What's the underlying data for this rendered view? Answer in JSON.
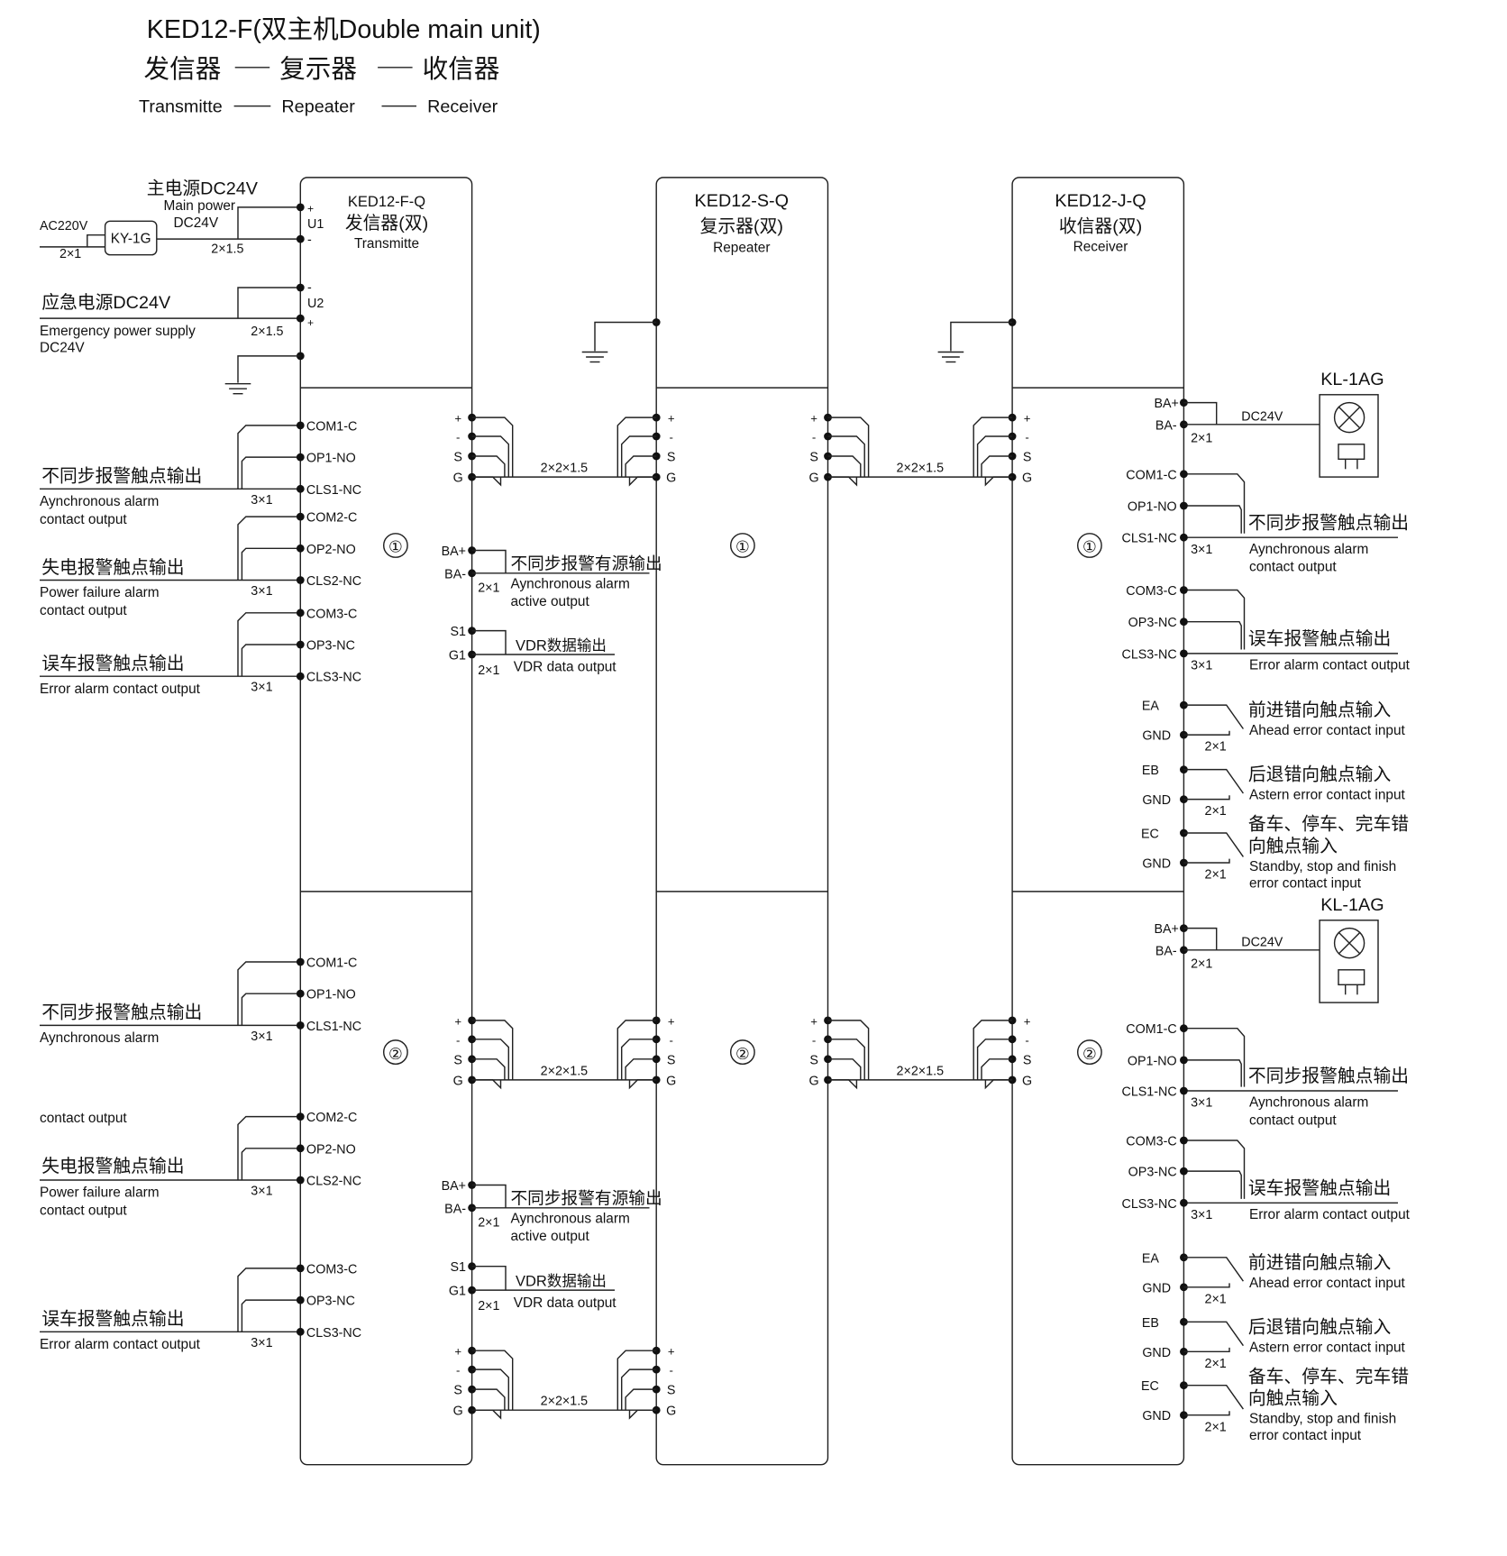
{
  "header": {
    "title": "KED12-F(双主机Double main unit)",
    "chain_zh": [
      "发信器",
      "复示器",
      "收信器"
    ],
    "chain_en": [
      "Transmitte",
      "Repeater",
      "Receiver"
    ]
  },
  "units": {
    "transmitter": {
      "model": "KED12-F-Q",
      "zh": "发信器(双)",
      "en": "Transmitte"
    },
    "repeater": {
      "model": "KED12-S-Q",
      "zh": "复示器(双)",
      "en": "Repeater"
    },
    "receiver": {
      "model": "KED12-J-Q",
      "zh": "收信器(双)",
      "en": "Receiver"
    }
  },
  "power": {
    "main_zh": "主电源DC24V",
    "main_en_1": "Main power",
    "main_en_2": "DC24V",
    "ac": "AC220V",
    "ac_cable": "2×1",
    "psu": "KY-1G",
    "main_cable": "2×1.5",
    "emerg_zh": "应急电源DC24V",
    "emerg_en_1": "Emergency power supply",
    "emerg_en_2": "DC24V",
    "emerg_cable": "2×1.5",
    "u1": "U1",
    "u2": "U2",
    "plus": "+",
    "minus": "-"
  },
  "sections": {
    "s1": "①",
    "s2": "②"
  },
  "bus": {
    "pins": [
      "+",
      "-",
      "S",
      "G"
    ],
    "cable": "2×2×1.5"
  },
  "cables": {
    "c3": "3×1",
    "c2": "2×1"
  },
  "pins": {
    "com1": "COM1-C",
    "op1": "OP1-NO",
    "cls1": "CLS1-NC",
    "com2": "COM2-C",
    "op2": "OP2-NO",
    "cls2": "CLS2-NC",
    "com3": "COM3-C",
    "op3": "OP3-NC",
    "cls3": "CLS3-NC",
    "ba_plus": "BA+",
    "ba_minus": "BA-",
    "s1": "S1",
    "g1": "G1",
    "ea": "EA",
    "eb": "EB",
    "ec": "EC",
    "gnd": "GND"
  },
  "labels": {
    "async_zh": "不同步报警触点输出",
    "async_en_1": "Aynchronous alarm",
    "async_en_2": "contact output",
    "pf_zh": "失电报警触点输出",
    "pf_en_1": "Power failure alarm",
    "pf_en_2": "contact output",
    "err_zh": "误车报警触点输出",
    "err_en": "Error alarm contact output",
    "async_active_zh": "不同步报警有源输出",
    "async_active_en_1": "Aynchronous alarm",
    "async_active_en_2": "active output",
    "vdr_zh": "VDR数据输出",
    "vdr_en": "VDR data output",
    "ahead_zh": "前进错向触点输入",
    "ahead_en": "Ahead error contact input",
    "astern_zh": "后退错向触点输入",
    "astern_en": "Astern error contact input",
    "standby_zh_1": "备车、停车、完车错",
    "standby_zh_2": "向触点输入",
    "standby_en_1": "Standby, stop and finish",
    "standby_en_2": "error contact input",
    "lamp": "KL-1AG",
    "dc24": "DC24V"
  }
}
